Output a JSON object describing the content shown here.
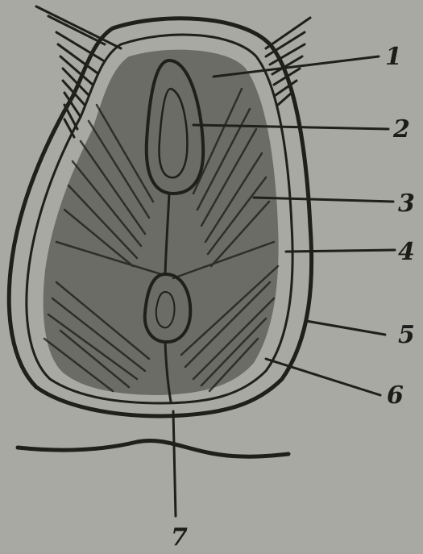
{
  "figure": {
    "callouts": [
      {
        "id": "1",
        "label": "1"
      },
      {
        "id": "2",
        "label": "2"
      },
      {
        "id": "3",
        "label": "3"
      },
      {
        "id": "4",
        "label": "4"
      },
      {
        "id": "5",
        "label": "5"
      },
      {
        "id": "6",
        "label": "6"
      },
      {
        "id": "7",
        "label": "7"
      }
    ],
    "colors": {
      "paper": "#a9a9a3",
      "ink": "#1f1f1c",
      "shade": "#3a3a36",
      "highlight": "#cfcfc8"
    }
  }
}
